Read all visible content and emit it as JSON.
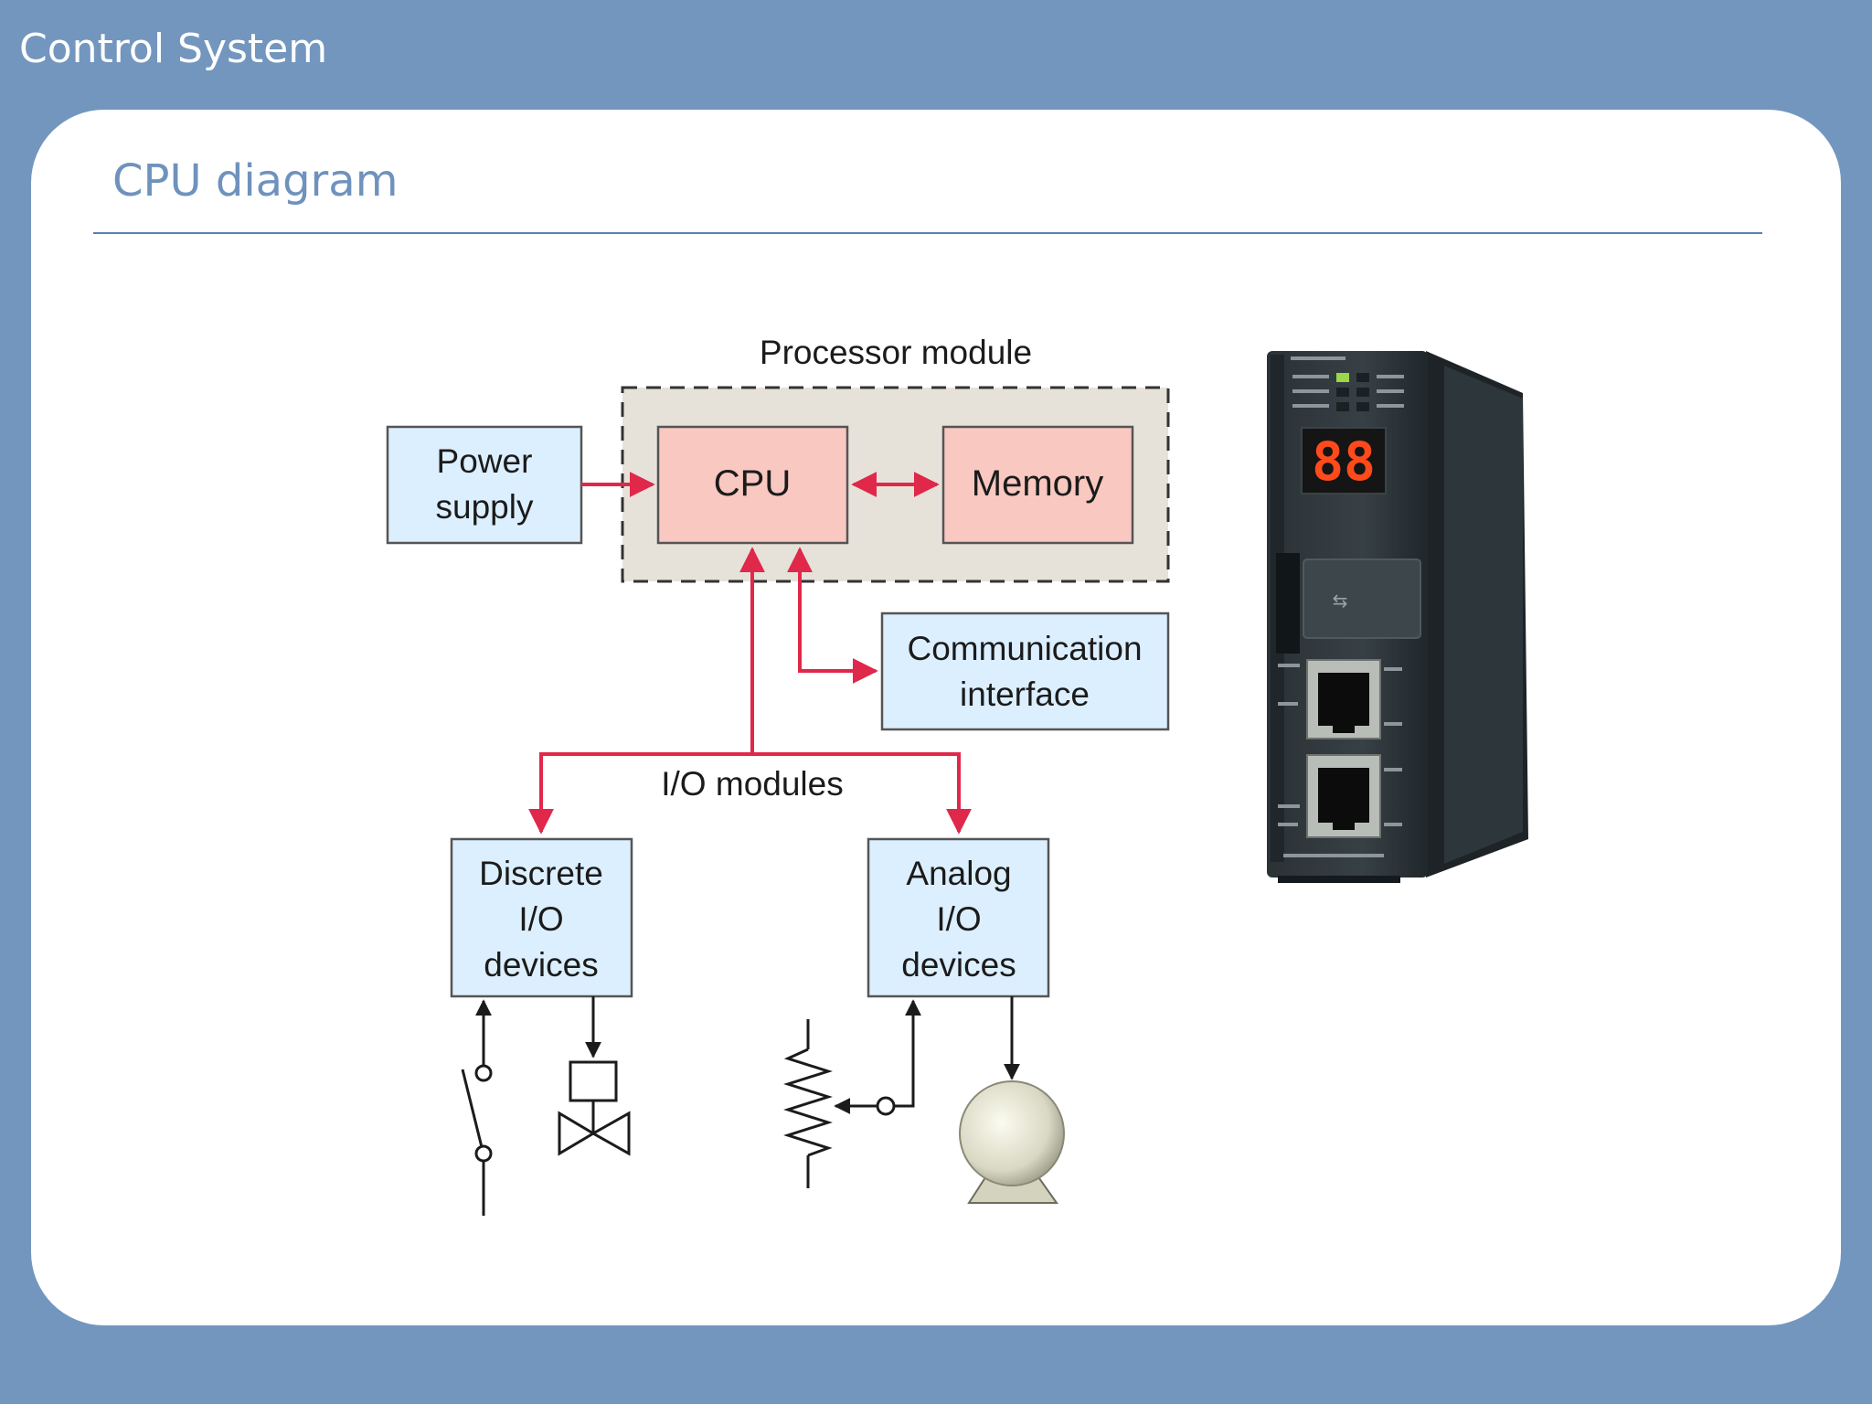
{
  "header": {
    "title": "Control System"
  },
  "slide": {
    "title": "CPU diagram"
  },
  "diagram": {
    "processor_module_label": "Processor module",
    "power_supply": {
      "line1": "Power",
      "line2": "supply"
    },
    "cpu": "CPU",
    "memory": "Memory",
    "communication_interface": {
      "line1": "Communication",
      "line2": "interface"
    },
    "io_modules_label": "I/O modules",
    "discrete_io": {
      "line1": "Discrete",
      "line2": "I/O",
      "line3": "devices"
    },
    "analog_io": {
      "line1": "Analog",
      "line2": "I/O",
      "line3": "devices"
    }
  },
  "device": {
    "display": "88"
  },
  "colors": {
    "background": "#7396bf",
    "arrow": "#e0284a",
    "module_box": "#dcefff",
    "cpu_box": "#f8c8c1",
    "processor_area": "#e7e2d9"
  }
}
